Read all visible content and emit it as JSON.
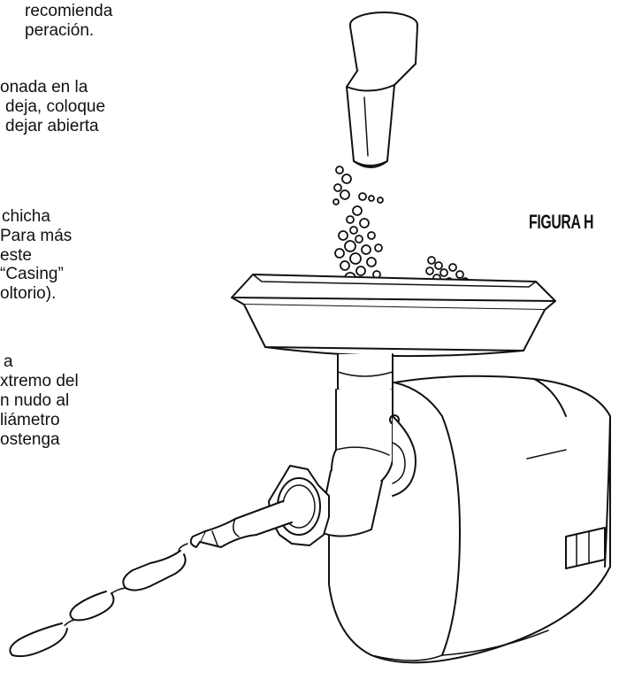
{
  "text_fragments": {
    "p1": [
      "recomienda",
      "peración."
    ],
    "p2": [
      "onada en la",
      "deja, coloque",
      "dejar abierta"
    ],
    "p3": [
      "chicha",
      "Para más",
      "este",
      "“Casing”",
      "oltorio)."
    ],
    "p4": [
      "a",
      "xtremo del",
      "n nudo al",
      "liámetro",
      "ostenga"
    ]
  },
  "figure": {
    "label": "FIGURA H"
  }
}
